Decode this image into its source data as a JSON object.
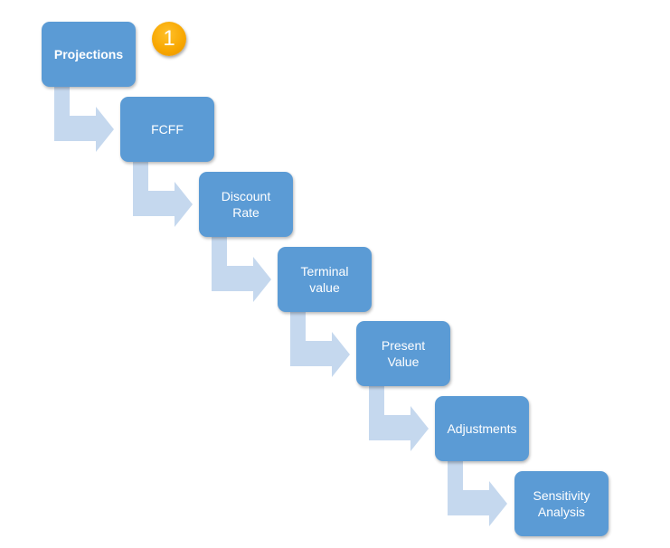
{
  "diagram": {
    "steps": [
      {
        "label": "Projections"
      },
      {
        "label": "FCFF"
      },
      {
        "label": "Discount\nRate"
      },
      {
        "label": "Terminal\nvalue"
      },
      {
        "label": "Present\nValue"
      },
      {
        "label": "Adjustments"
      },
      {
        "label": "Sensitivity\nAnalysis"
      }
    ],
    "badge": {
      "number": "1"
    },
    "colors": {
      "box": "#5b9bd5",
      "arrow": "#c5d8ee",
      "badge": "#f7a600"
    }
  }
}
